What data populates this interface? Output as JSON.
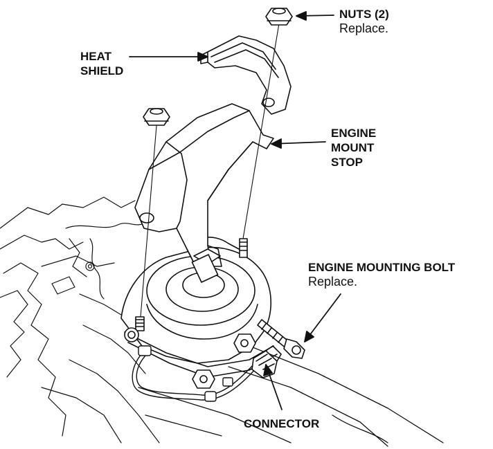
{
  "labels": {
    "nuts": {
      "title": "NUTS (2)",
      "note": "Replace."
    },
    "heat_shield": {
      "line1": "HEAT",
      "line2": "SHIELD"
    },
    "engine_mount_stop": {
      "line1": "ENGINE",
      "line2": "MOUNT",
      "line3": "STOP"
    },
    "engine_mounting_bolt": {
      "title": "ENGINE MOUNTING BOLT",
      "note": "Replace."
    },
    "connector": {
      "title": "CONNECTOR"
    }
  },
  "colors": {
    "line": "#111111",
    "fill": "#ffffff",
    "shade": "#bdbdbd"
  }
}
